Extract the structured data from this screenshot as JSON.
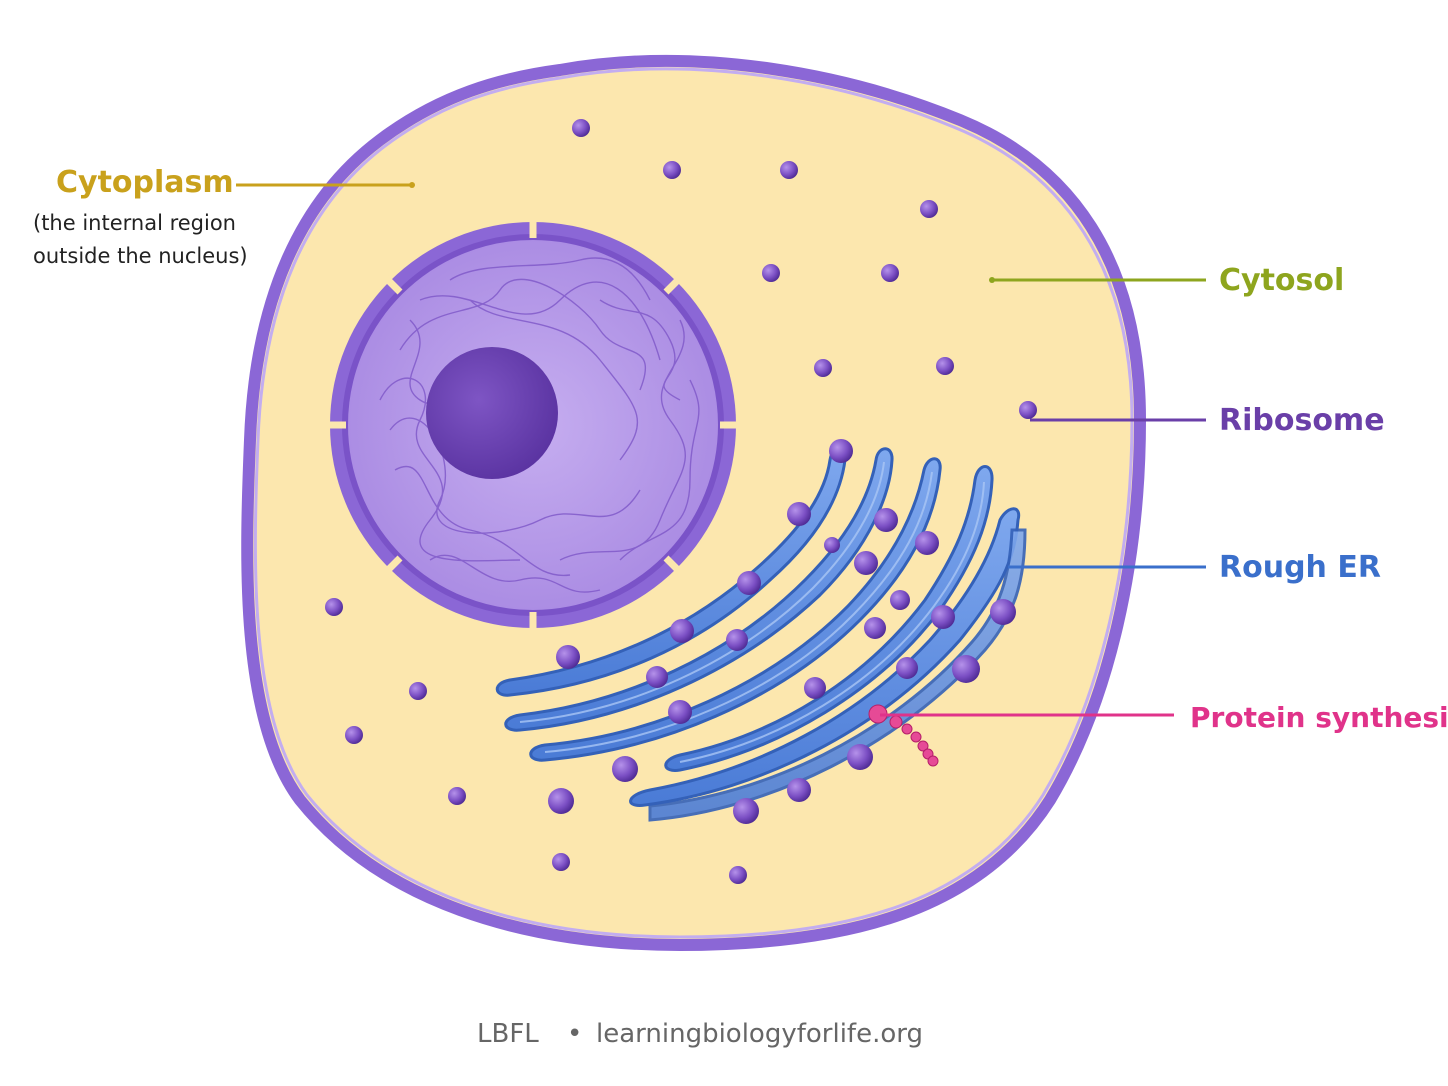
{
  "labels": {
    "cytoplasm": "Cytoplasm",
    "cytoplasm_note_1": "(the internal region",
    "cytoplasm_note_2": "outside the nucleus)",
    "cytosol": "Cytosol",
    "ribosome": "Ribosome",
    "rough_er": "Rough ER",
    "protein_synthesis": "Protein synthesis"
  },
  "footer": {
    "brand": "LBFL",
    "separator": "•",
    "site": "learningbiologyforlife.org"
  },
  "colors": {
    "cytoplasm": "#C9A11C",
    "cytosol": "#8EA51E",
    "ribosome": "#6A3FA8",
    "rough_er": "#3A6FCB",
    "protein_synthesis": "#E0338A",
    "membrane": "#8B67D6",
    "cytoplasm_fill": "#FCE7AE",
    "nucleus_fill": "#B79AEB",
    "nucleolus": "#6B43B5",
    "er_fill": "#5B8EE3",
    "footer": "#666666"
  }
}
